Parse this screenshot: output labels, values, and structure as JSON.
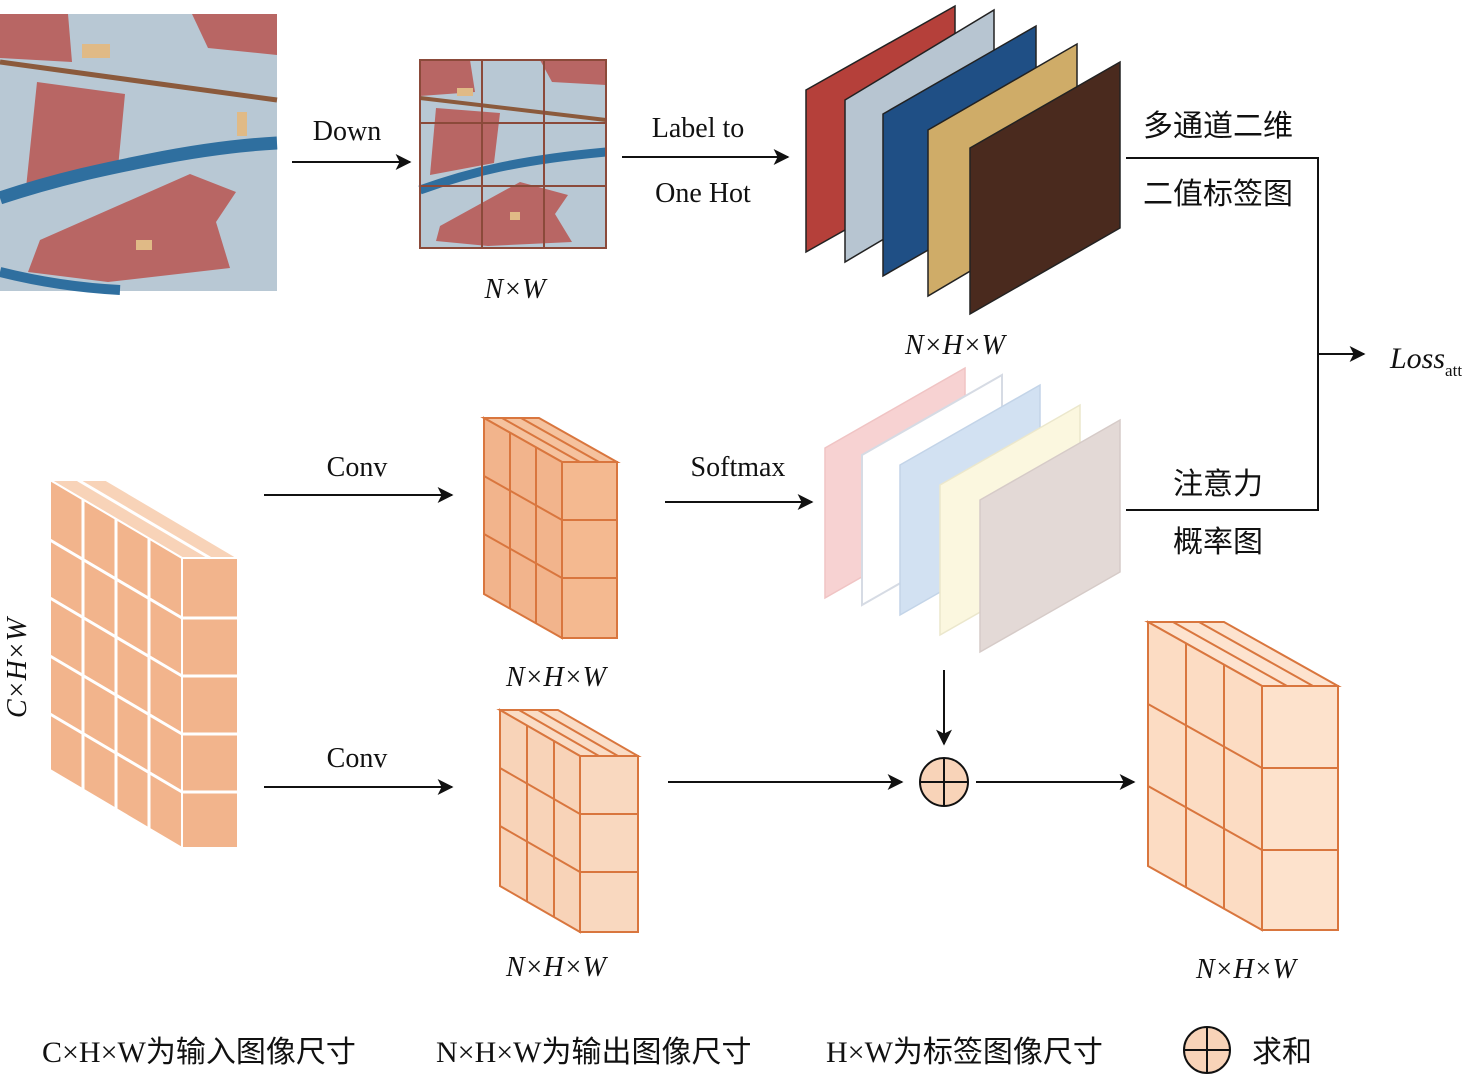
{
  "labels": {
    "down": "Down",
    "label_to": "Label to",
    "one_hot": "One Hot",
    "conv_top": "Conv",
    "conv_bottom": "Conv",
    "softmax": "Softmax",
    "binary_map_line1": "多通道二维",
    "binary_map_line2": "二值标签图",
    "attention_line1": "注意力",
    "attention_line2": "概率图",
    "loss_main": "Loss",
    "loss_sub": "att",
    "input_dim": "C×H×W",
    "downsampled_dim": "N×W",
    "onehot_dim": "N×H×W",
    "conv1_dim": "N×H×W",
    "conv2_dim": "N×H×W",
    "output_dim": "N×H×W"
  },
  "legend": {
    "input_size": "C×H×W为输入图像尺寸",
    "output_size": "N×H×W为输出图像尺寸",
    "label_size": "H×W为标签图像尺寸",
    "sum": "求和"
  },
  "colors": {
    "map_background": "#b8c8d4",
    "building": "#b86664",
    "river": "#2f6f9f",
    "road": "#8b5a3c",
    "onehot_channels": [
      "#b5403a",
      "#b7c5d1",
      "#1f4f85",
      "#cfac68",
      "#4a2a1e"
    ],
    "attention_channels": [
      "#f7d2d2",
      "#ffffff",
      "#d2e1f2",
      "#fbf7df",
      "#e3d9d6"
    ],
    "cube_dark": "#f2b48c",
    "cube_light": "#f8d3b8",
    "cube_edge": "#d9763e",
    "sum_fill": "#f8d3b8"
  }
}
